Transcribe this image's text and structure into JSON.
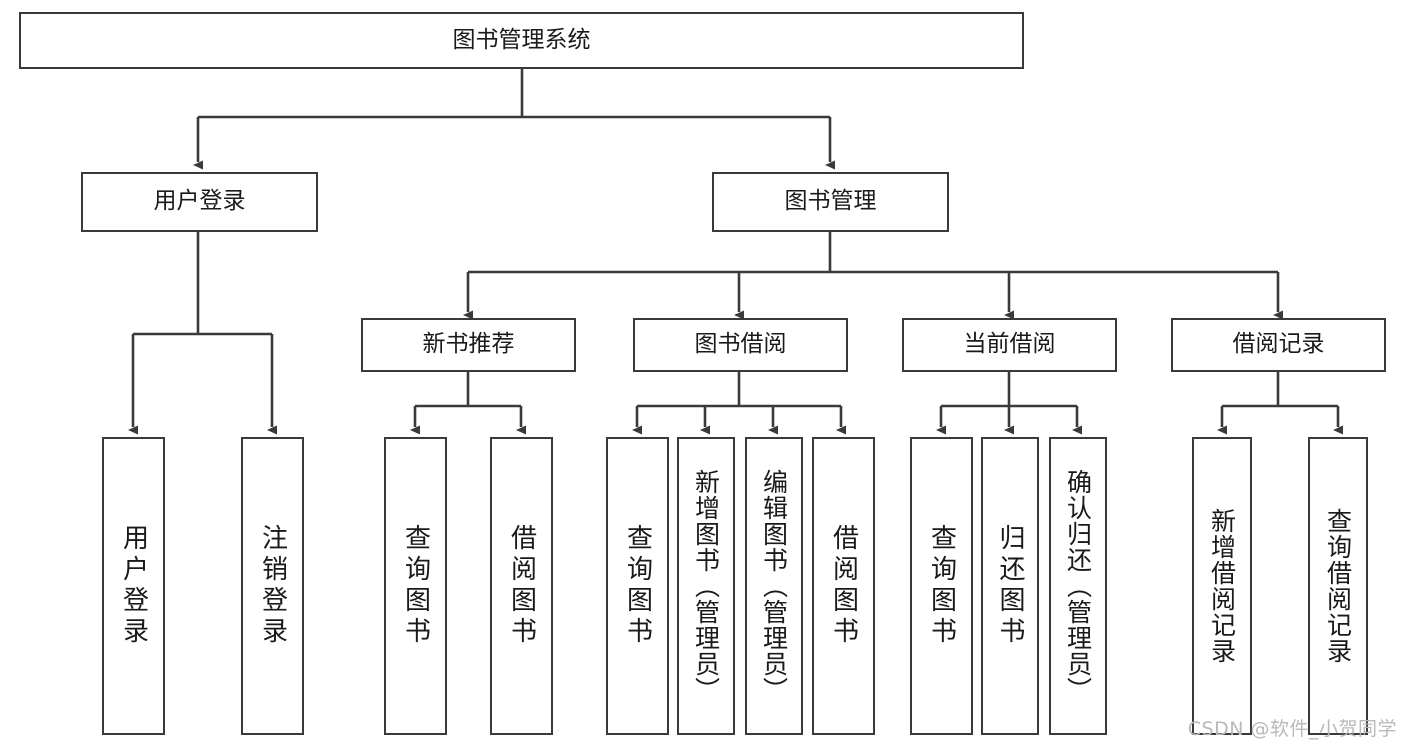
{
  "diagram": {
    "title": "图书管理系统",
    "type": "tree",
    "root": {
      "label": "图书管理系统"
    },
    "level2": [
      {
        "label": "用户登录"
      },
      {
        "label": "图书管理"
      }
    ],
    "level3": [
      {
        "label": "新书推荐"
      },
      {
        "label": "图书借阅"
      },
      {
        "label": "当前借阅"
      },
      {
        "label": "借阅记录"
      }
    ],
    "leaves": {
      "user_login": [
        {
          "label": "用户登录"
        },
        {
          "label": "注销登录"
        }
      ],
      "new_book_recommend": [
        {
          "label": "查询图书"
        },
        {
          "label": "借阅图书"
        }
      ],
      "book_borrow": [
        {
          "label": "查询图书"
        },
        {
          "label": "新增图书（管理员）"
        },
        {
          "label": "编辑图书（管理员）"
        },
        {
          "label": "借阅图书"
        }
      ],
      "current_borrow": [
        {
          "label": "查询图书"
        },
        {
          "label": "归还图书"
        },
        {
          "label": "确认归还（管理员）"
        }
      ],
      "borrow_record": [
        {
          "label": "新增借阅记录"
        },
        {
          "label": "查询借阅记录"
        }
      ]
    }
  },
  "watermark": {
    "text": "CSDN @软件_小贺同学"
  },
  "colors": {
    "stroke": "#3a3a3a",
    "background": "#ffffff",
    "text": "#1a1a1a",
    "watermark": "#b9b9b9"
  }
}
